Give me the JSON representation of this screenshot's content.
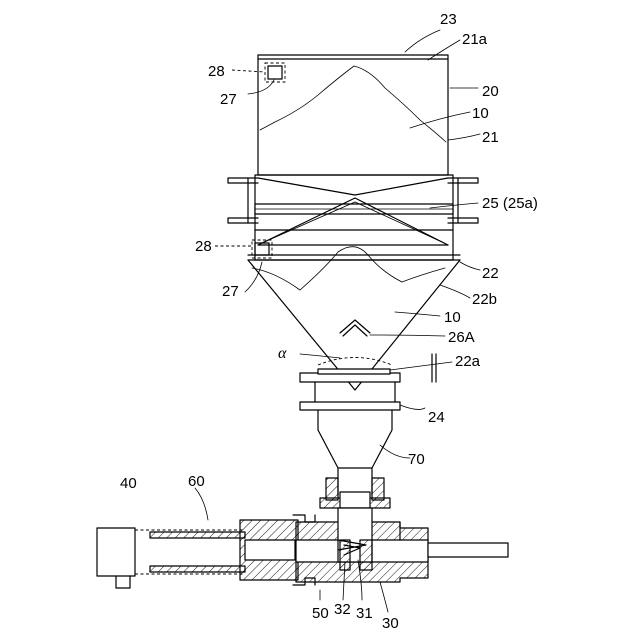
{
  "labels": {
    "l23": "23",
    "l21a": "21a",
    "l20": "20",
    "l28_top": "28",
    "l27_top": "27",
    "l10_top": "10",
    "l21": "21",
    "l25": "25 (25a)",
    "l28_mid": "28",
    "l27_mid": "27",
    "l22": "22",
    "l22b": "22b",
    "l10_low": "10",
    "l26A": "26A",
    "alpha": "α",
    "l22a": "22a",
    "l24": "24",
    "l70": "70",
    "l40": "40",
    "l60": "60",
    "l50": "50",
    "l32": "32",
    "l31": "31",
    "l30": "30"
  }
}
